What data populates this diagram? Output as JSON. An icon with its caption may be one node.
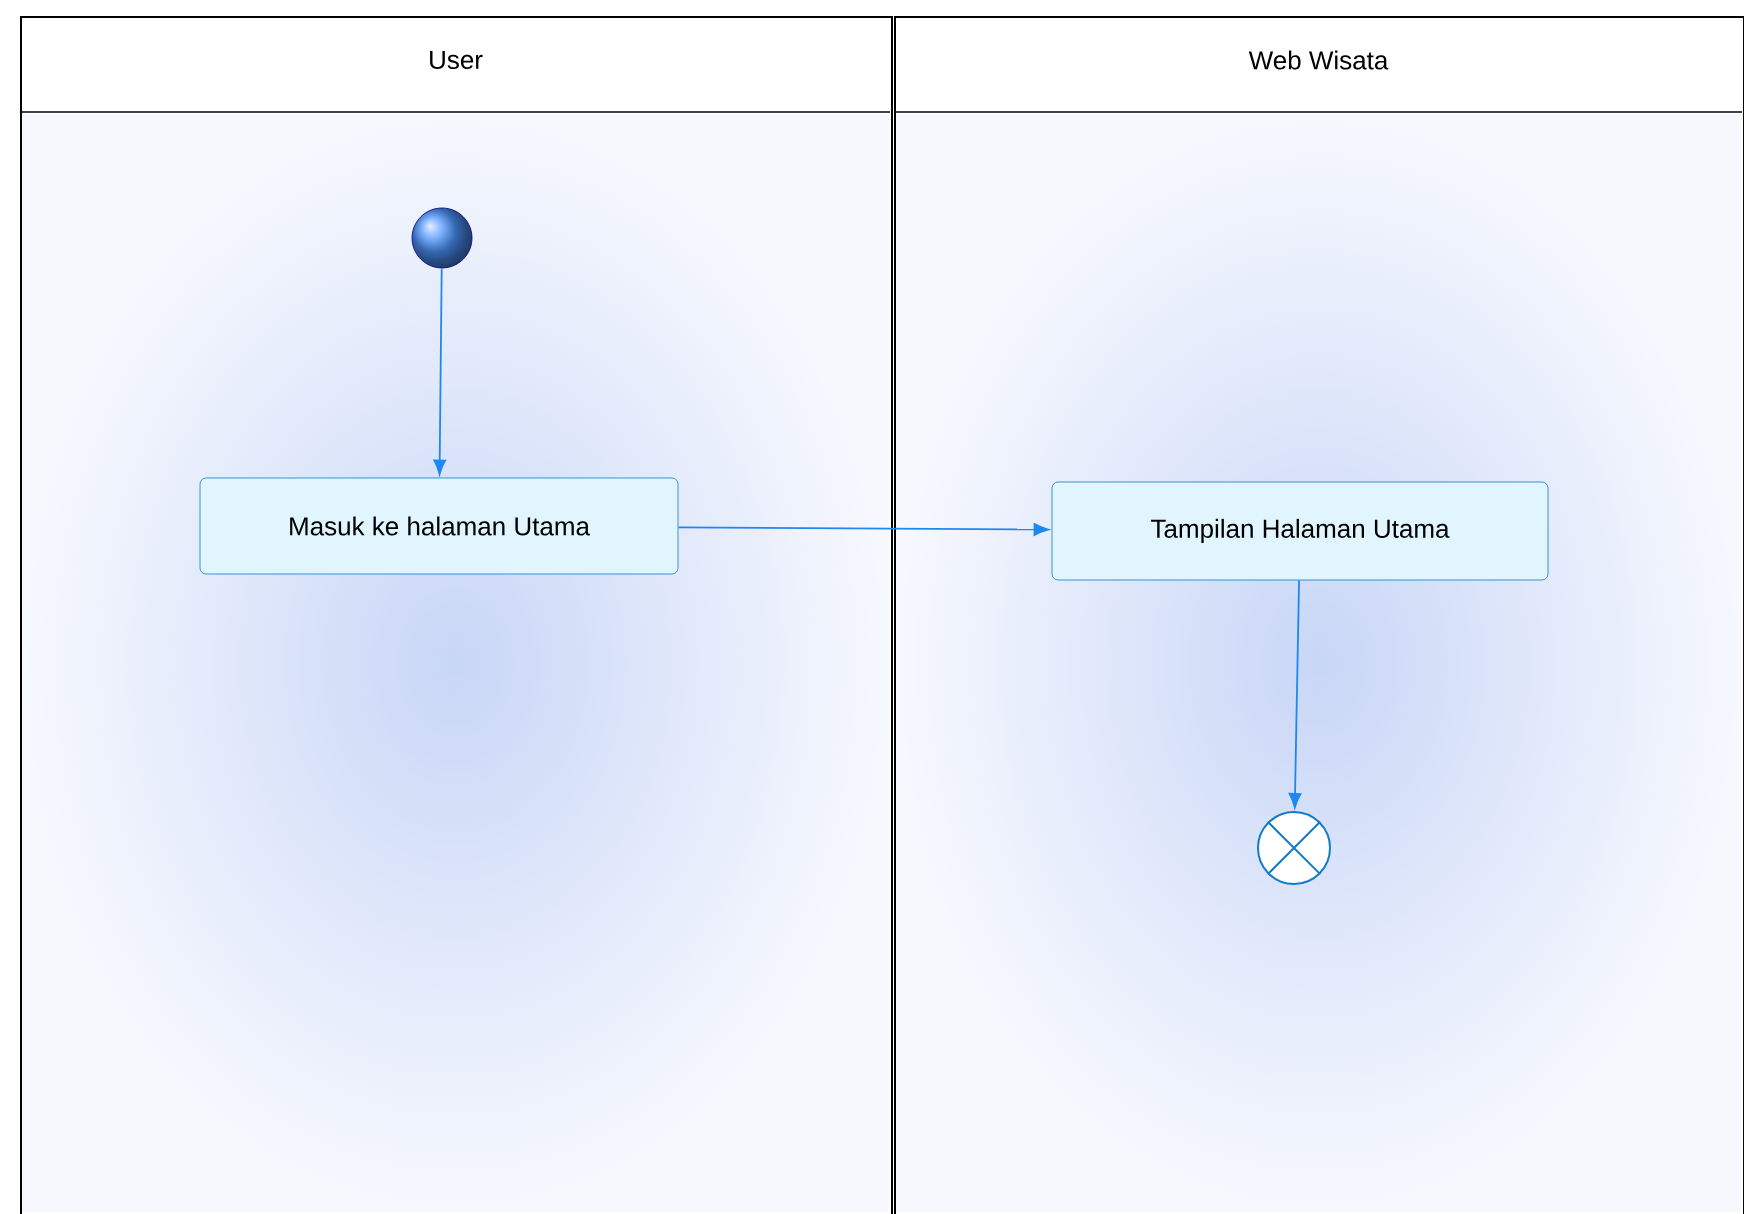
{
  "diagram": {
    "nodes": [
      {
        "text": [
          "User"
        ]
      },
      {
        "text": [
          "Web Wisata"
        ]
      },
      {
        "text": [],
        "shape": "circle",
        "in": 0
      },
      {
        "text": [
          "Masuk ke halaman Utama"
        ],
        "in": 0
      },
      {
        "text": [
          "Tampilan Halaman Utama"
        ],
        "in": 1
      },
      {
        "text": [],
        "shape": "circle",
        "in": 1
      }
    ],
    "edges": [
      {
        "from": 2,
        "to": 3,
        "arrow": "to"
      },
      {
        "from": 3,
        "to": 4,
        "arrow": "to"
      },
      {
        "from": 4,
        "to": 5,
        "arrow": "to"
      }
    ]
  }
}
